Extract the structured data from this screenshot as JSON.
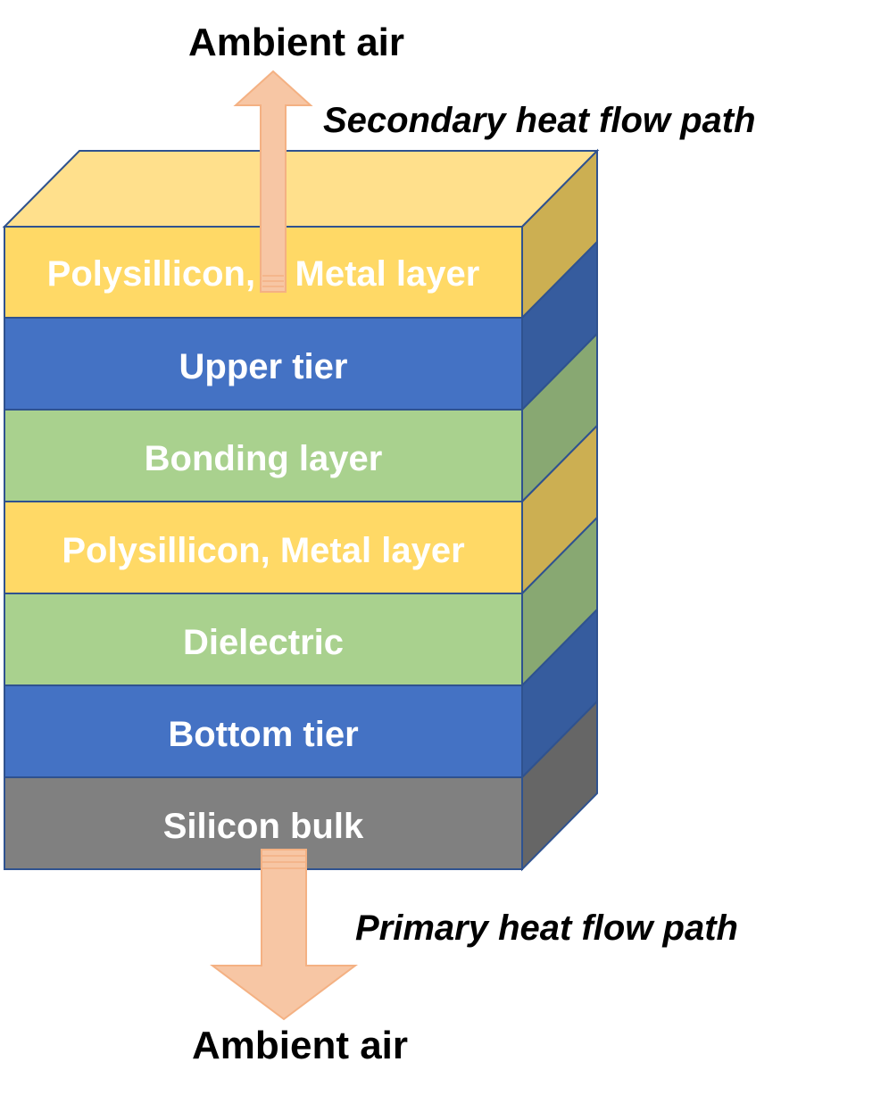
{
  "diagram": {
    "ambient_top": "Ambient air",
    "ambient_bottom": "Ambient air",
    "secondary_path": "Secondary heat flow path",
    "primary_path": "Primary heat flow path",
    "layers": [
      {
        "label": "Polysillicon,    Metal layer",
        "front": "#FFD966",
        "side": "#CCAF52"
      },
      {
        "label": "Upper tier",
        "front": "#4472C4",
        "side": "#365C9E"
      },
      {
        "label": "Bonding layer",
        "front": "#A9D18E",
        "side": "#88A872"
      },
      {
        "label": "Polysillicon, Metal layer",
        "front": "#FFD966",
        "side": "#CCAF52"
      },
      {
        "label": "Dielectric",
        "front": "#A9D18E",
        "side": "#88A872"
      },
      {
        "label": "Bottom tier",
        "front": "#4472C4",
        "side": "#365C9E"
      },
      {
        "label": "Silicon bulk",
        "front": "#808080",
        "side": "#666666"
      }
    ],
    "top_face_color": "#FFE08C",
    "arrow_color": "#F7C6A4",
    "edge_color": "#2F528F"
  }
}
